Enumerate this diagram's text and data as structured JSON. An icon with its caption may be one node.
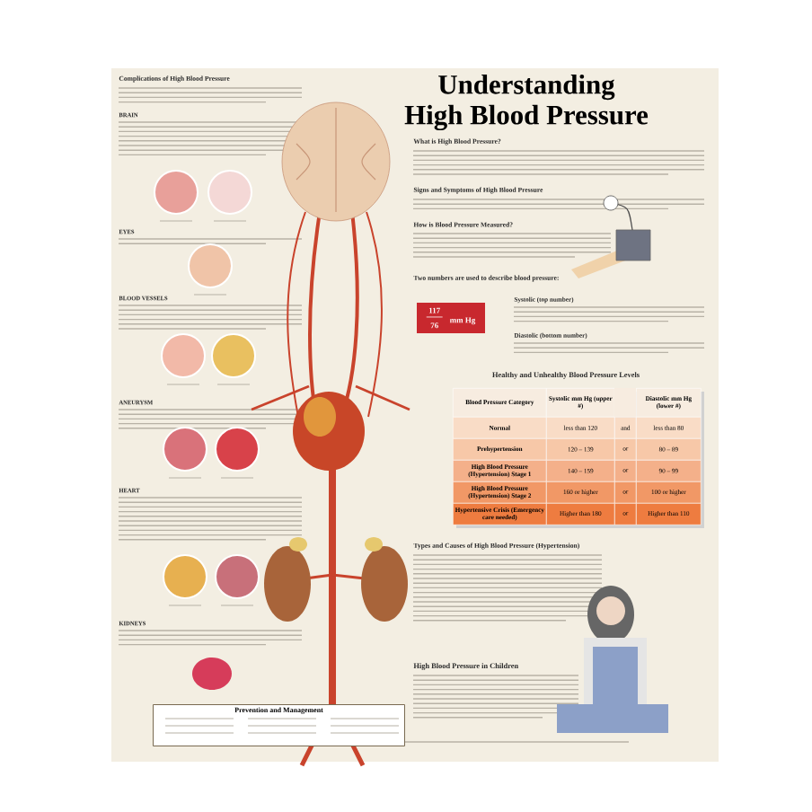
{
  "diagram": {
    "title": "Understanding High Blood Pressure",
    "nodes": [
      {
        "text": [
          "117",
          "76",
          "mm Hg"
        ]
      },
      {
        "text": [
          "Prevention and Management"
        ]
      }
    ],
    "labels": [
      "Complications of High Blood Pressure",
      "BRAIN",
      "EYES",
      "BLOOD VESSELS",
      "ANEURYSM",
      "HEART",
      "KIDNEYS",
      "What is High Blood Pressure?",
      "Signs and Symptoms of High Blood Pressure",
      "How is Blood Pressure Measured?",
      "Two numbers are used to describe blood pressure:",
      "Systolic (top number)",
      "Diastolic (bottom number)",
      "Healthy and Unhealthy Blood Pressure Levels",
      "Blood Pressure Category",
      "Systolic mm Hg (upper #)",
      "Diastolic mm Hg (lower #)",
      "Normal",
      "less than 120",
      "and",
      "less than 80",
      "Prehypertension",
      "120 – 139",
      "or",
      "80 – 89",
      "High Blood Pressure (Hypertension) Stage 1",
      "140 – 159",
      "or",
      "90 – 99",
      "High Blood Pressure (Hypertension) Stage 2",
      "160 or higher",
      "or",
      "100 or higher",
      "Hypertensive Crisis (Emergency care needed)",
      "Higher than 180",
      "or",
      "Higher than 110",
      "Types and Causes of High Blood Pressure (Hypertension)",
      "High Blood Pressure in Children"
    ]
  }
}
